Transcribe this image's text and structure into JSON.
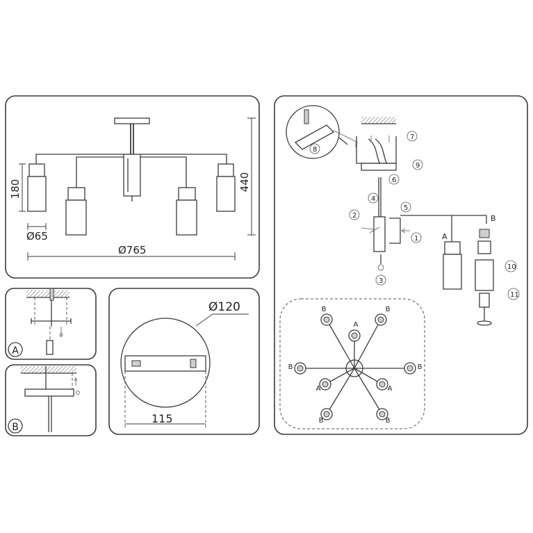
{
  "overview": {
    "dim_height": "440",
    "dim_shade_height": "180",
    "dim_shade_diameter": "Ø65",
    "dim_total_diameter": "Ø765"
  },
  "mounting": {
    "label_a": "A",
    "label_b": "B"
  },
  "canopy": {
    "dim_diameter": "Ø120",
    "dim_hole_spacing": "115"
  },
  "assembly": {
    "steps": [
      "1",
      "2",
      "3",
      "4",
      "5",
      "6",
      "7",
      "8",
      "9",
      "10",
      "11"
    ],
    "shade_label_a": "A",
    "shade_label_b": "B"
  },
  "top_view": {
    "arms": [
      {
        "label": "B"
      },
      {
        "label": "B"
      },
      {
        "label": "A"
      },
      {
        "label": "B"
      },
      {
        "label": "B"
      },
      {
        "label": "A"
      },
      {
        "label": "A"
      },
      {
        "label": "B"
      },
      {
        "label": "B"
      }
    ]
  }
}
